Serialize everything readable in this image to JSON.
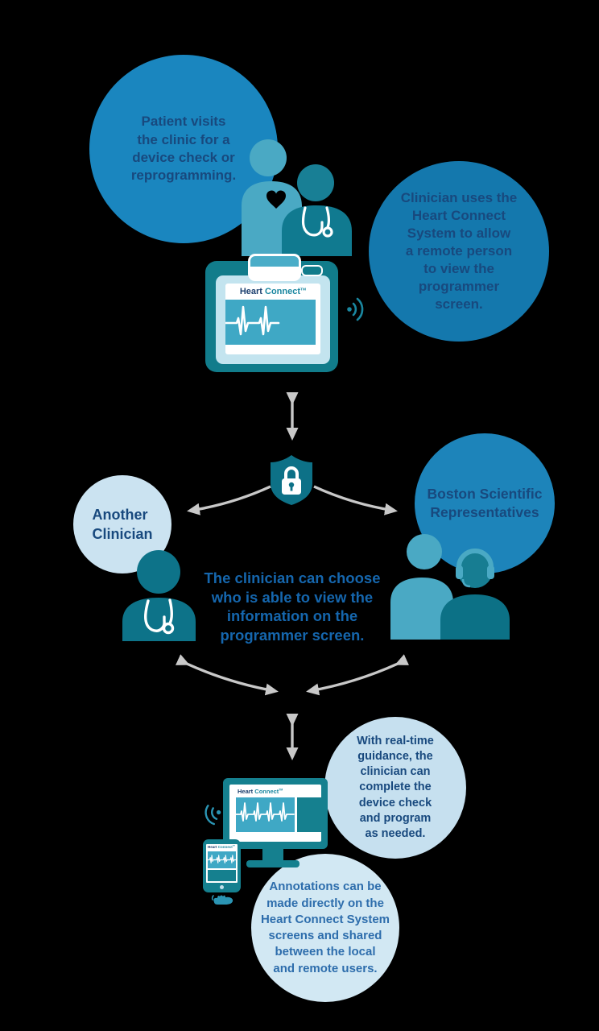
{
  "palette": {
    "background": "#000000",
    "blue_bubble": "#1a86bf",
    "deep_blue_bubble": "#1478ad",
    "boston_bubble": "#1d84ba",
    "light_bubble": "#cbe3f1",
    "pale_bubble": "#c6e0ef",
    "paler_bubble": "#d2e8f3",
    "navy_text": "#18497e",
    "blue_text": "#1566ad",
    "annotation_text": "#2d6dac",
    "teal_device": "#117c8b",
    "teal_monitor": "#15808f",
    "teal_ecg_band": "#3fa8c5",
    "teal_figure_light": "#4aa9c4",
    "teal_figure_dark": "#0d7389",
    "shield_teal": "#0d7187",
    "arrow_gray": "#c8c8c8",
    "brand_navy": "#1b3f6e",
    "brand_teal": "#1a87a0"
  },
  "bubbles": {
    "patient": "Patient visits\nthe clinic for a\ndevice check or\nreprogramming.",
    "clinician_uses": "Clinician uses the\nHeart Connect\nSystem to allow\na remote person\nto view the\nprogrammer\nscreen.",
    "another_clinician": "Another\nClinician",
    "boston": "Boston Scientific\nRepresentatives",
    "realtime": "With real-time\nguidance, the\nclinician can\ncomplete the\ndevice check\nand program\nas needed.",
    "annotations": "Annotations can be\nmade directly on the\nHeart Connect System\nscreens and shared\nbetween the local\nand remote users."
  },
  "center_text": "The clinician can choose\nwho is able to view the\ninformation on the\nprogrammer screen.",
  "brand": {
    "word1": "Heart",
    "word2": "Connect",
    "tm": "TM"
  },
  "icons": {
    "security": "shield-lock",
    "connectivity": "wireless-waves",
    "patient": "person-with-heart",
    "clinician": "person-with-stethoscope",
    "representative": "person-with-headset",
    "annotation": "hand-drawing"
  }
}
